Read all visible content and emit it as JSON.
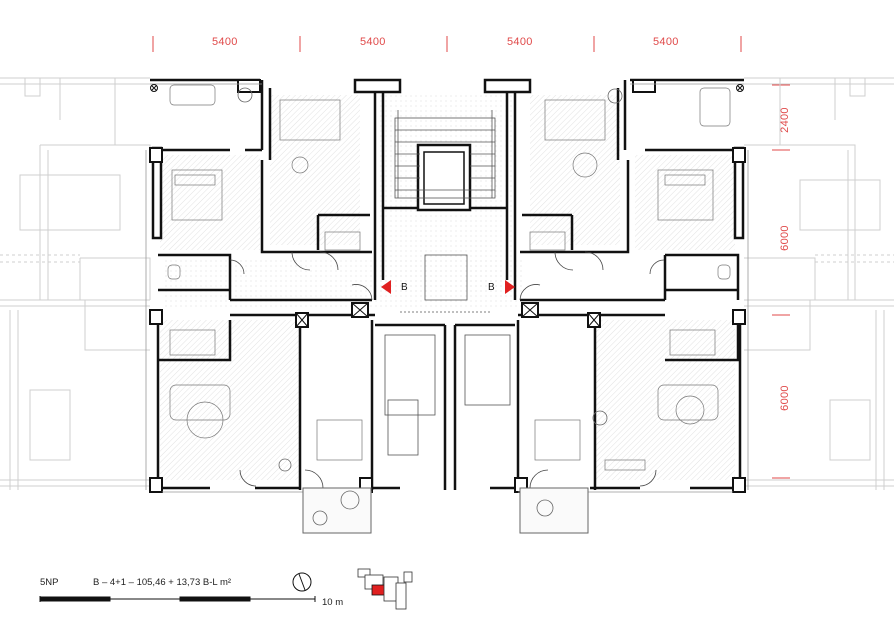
{
  "drawing": {
    "dimensions_top": [
      "5400",
      "5400",
      "5400",
      "5400"
    ],
    "dimensions_right": [
      "2400",
      "6000",
      "6000"
    ],
    "section_marks": [
      "B",
      "B"
    ],
    "floor_label": "5NP",
    "unit_info": "B – 4+1 – 105,46 + 13,73 B-L m²",
    "scale_label": "10 m",
    "accent_color": "#e04a4a",
    "wall_color": "#111111",
    "ghost_color": "#c9c9c9",
    "highlight_block_color": "#e02020"
  }
}
